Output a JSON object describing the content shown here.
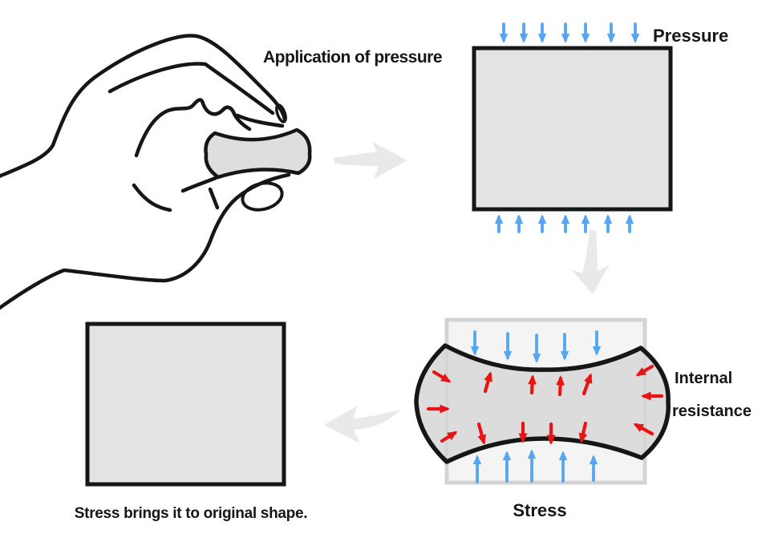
{
  "diagram": {
    "labels": {
      "application": "Application of pressure",
      "pressure": "Pressure",
      "internal_resistance_line1": "Internal",
      "internal_resistance_line2": "resistance",
      "stress": "Stress",
      "restored_caption": "Stress brings it to original shape."
    },
    "colors": {
      "external_pressure_arrow": "#55a6f0",
      "internal_resistance_arrow": "#e81414",
      "flow_connector_arrow": "#e9e9e9",
      "block_fill": "#e3e3e3",
      "deformed_block_fill": "#dcdcdc",
      "ghost_square_outline": "#d8d8d8",
      "ink_outline": "#161616"
    },
    "blocks": {
      "pressure_block": {
        "top_arrow_count": 7,
        "bottom_arrow_count": 7
      },
      "stress_block": {
        "external_top_arrow_count": 5,
        "external_bottom_arrow_count": 5,
        "internal_up_arrow_count": 4,
        "internal_down_arrow_count": 4,
        "internal_left_side_arrow_count": 3,
        "internal_right_side_arrow_count": 3
      }
    },
    "icons": [
      "hand-pinching-icon",
      "flow-arrow-right-icon",
      "flow-arrow-down-icon",
      "flow-arrow-left-icon"
    ]
  }
}
